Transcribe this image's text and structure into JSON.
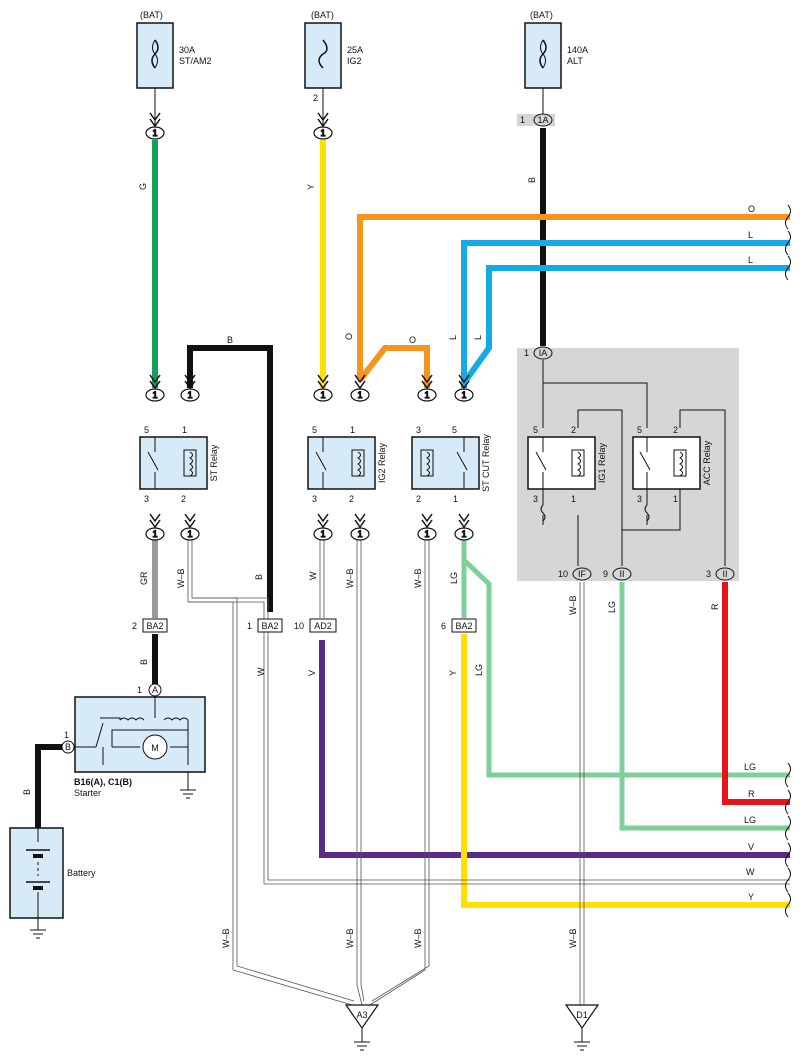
{
  "fuses": [
    {
      "source": "(BAT)",
      "rating": "30A",
      "name": "ST/AM2"
    },
    {
      "source": "(BAT)",
      "rating": "25A",
      "name": "IG2",
      "pin": "2"
    },
    {
      "source": "(BAT)",
      "rating": "140A",
      "name": "ALT"
    }
  ],
  "relays": {
    "st": "ST Relay",
    "ig2": "IG2 Relay",
    "stcut": "ST CUT Relay",
    "ig1": "IG1 Relay",
    "acc": "ACC Relay"
  },
  "connectors": {
    "ba2": "BA2",
    "ad2": "AD2",
    "ia": "1A",
    "ia2": "IA",
    "if": "IF",
    "ii": "II",
    "a": "A",
    "b": "B",
    "a3": "A3",
    "d1": "D1",
    "one": "1"
  },
  "pins": {
    "p1": "1",
    "p2": "2",
    "p3": "3",
    "p5": "5",
    "p6": "6",
    "p9": "9",
    "p10": "10"
  },
  "starter": {
    "ids": "B16(A), C1(B)",
    "label": "Starter",
    "motor": "M"
  },
  "battery": {
    "label": "Battery"
  },
  "wire_colors": {
    "g": "G",
    "y": "Y",
    "b": "B",
    "o": "O",
    "l": "L",
    "gr": "GR",
    "wb": "W–B",
    "w": "W",
    "v": "V",
    "lg": "LG",
    "r": "R"
  },
  "colors": {
    "green": "#12a05a",
    "yellow": "#ffe000",
    "black": "#111111",
    "orange": "#f7941d",
    "blue": "#14aae8",
    "gray": "#9a9a9a",
    "purple": "#5b2a86",
    "lightgreen": "#7fcf9a",
    "red": "#e8141c",
    "panel": "#d6d6d6",
    "box": "#d6ebf7"
  }
}
